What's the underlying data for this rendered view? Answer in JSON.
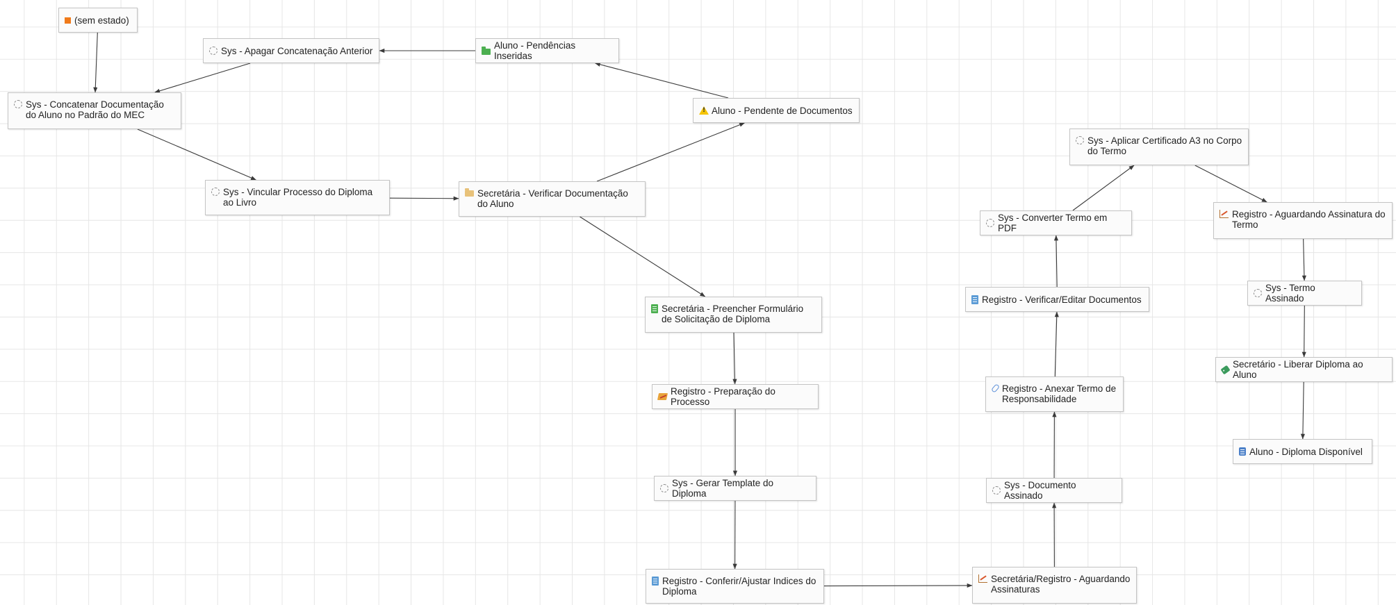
{
  "workflow": {
    "nodes": [
      {
        "id": "sem-estado",
        "label": "(sem estado)",
        "icon": "orange-square-icon",
        "color": "#f07a1a"
      },
      {
        "id": "apagar-concatenacao",
        "label": "Sys - Apagar Concatenação Anterior",
        "icon": "gear-icon",
        "color": "#8c8c8c"
      },
      {
        "id": "aluno-pendencias-inseridas",
        "label": "Aluno - Pendências Inseridas",
        "icon": "folder-icon",
        "color": "#4caf50"
      },
      {
        "id": "concatenar-documentacao",
        "label": "Sys - Concatenar Documentação do Aluno no Padrão do MEC",
        "icon": "gear-icon",
        "color": "#8c8c8c"
      },
      {
        "id": "aluno-pendente-documentos",
        "label": "Aluno - Pendente de Documentos",
        "icon": "warning-icon",
        "color": "#f5c400"
      },
      {
        "id": "vincular-processo",
        "label": "Sys - Vincular Processo do Diploma ao Livro",
        "icon": "gear-icon",
        "color": "#8c8c8c"
      },
      {
        "id": "verificar-documentacao",
        "label": "Secretária - Verificar Documentação do Aluno",
        "icon": "folder-icon",
        "color": "#e8c27a"
      },
      {
        "id": "preencher-formulario",
        "label": "Secretária - Preencher Formulário de Solicitação de Diploma",
        "icon": "document-icon",
        "color": "#4caf50"
      },
      {
        "id": "preparacao-processo",
        "label": "Registro - Preparação do Processo",
        "icon": "pencil-icon",
        "color": "#e8a33a"
      },
      {
        "id": "gerar-template",
        "label": "Sys - Gerar Template do Diploma",
        "icon": "gear-icon",
        "color": "#8c8c8c"
      },
      {
        "id": "conferir-indices",
        "label": "Registro - Conferir/Ajustar Indices do Diploma",
        "icon": "document-icon",
        "color": "#5b9bd5"
      },
      {
        "id": "aguardando-assinaturas",
        "label": "Secretária/Registro - Aguardando Assinaturas",
        "icon": "chart-icon",
        "color": "#d9572c"
      },
      {
        "id": "documento-assinado",
        "label": "Sys - Documento Assinado",
        "icon": "gear-icon",
        "color": "#8c8c8c"
      },
      {
        "id": "anexar-termo",
        "label": "Registro - Anexar Termo de Responsabilidade",
        "icon": "paperclip-icon",
        "color": "#5b8fd9"
      },
      {
        "id": "verificar-editar",
        "label": "Registro - Verificar/Editar Documentos",
        "icon": "document-icon",
        "color": "#5b9bd5"
      },
      {
        "id": "converter-pdf",
        "label": "Sys - Converter Termo em PDF",
        "icon": "gear-icon",
        "color": "#8c8c8c"
      },
      {
        "id": "aplicar-certificado",
        "label": "Sys - Aplicar Certificado A3 no Corpo do Termo",
        "icon": "gear-icon",
        "color": "#8c8c8c"
      },
      {
        "id": "aguardando-assinatura-termo",
        "label": "Registro - Aguardando Assinatura do Termo",
        "icon": "chart-icon",
        "color": "#d9572c"
      },
      {
        "id": "termo-assinado",
        "label": "Sys - Termo Assinado",
        "icon": "gear-icon",
        "color": "#8c8c8c"
      },
      {
        "id": "liberar-diploma",
        "label": "Secretário - Liberar Diploma ao Aluno",
        "icon": "tag-icon",
        "color": "#3a9a5c"
      },
      {
        "id": "diploma-disponivel",
        "label": "Aluno - Diploma Disponível",
        "icon": "scroll-icon",
        "color": "#4a7fc8"
      }
    ],
    "transitions": [
      {
        "from": "sem-estado",
        "to": "concatenar-documentacao"
      },
      {
        "from": "aluno-pendencias-inseridas",
        "to": "apagar-concatenacao"
      },
      {
        "from": "apagar-concatenacao",
        "to": "concatenar-documentacao"
      },
      {
        "from": "concatenar-documentacao",
        "to": "vincular-processo"
      },
      {
        "from": "vincular-processo",
        "to": "verificar-documentacao"
      },
      {
        "from": "verificar-documentacao",
        "to": "aluno-pendente-documentos"
      },
      {
        "from": "aluno-pendente-documentos",
        "to": "aluno-pendencias-inseridas"
      },
      {
        "from": "verificar-documentacao",
        "to": "preencher-formulario"
      },
      {
        "from": "preencher-formulario",
        "to": "preparacao-processo"
      },
      {
        "from": "preparacao-processo",
        "to": "gerar-template"
      },
      {
        "from": "gerar-template",
        "to": "conferir-indices"
      },
      {
        "from": "conferir-indices",
        "to": "aguardando-assinaturas"
      },
      {
        "from": "aguardando-assinaturas",
        "to": "documento-assinado"
      },
      {
        "from": "documento-assinado",
        "to": "anexar-termo"
      },
      {
        "from": "anexar-termo",
        "to": "verificar-editar"
      },
      {
        "from": "verificar-editar",
        "to": "converter-pdf"
      },
      {
        "from": "converter-pdf",
        "to": "aplicar-certificado"
      },
      {
        "from": "aplicar-certificado",
        "to": "aguardando-assinatura-termo"
      },
      {
        "from": "aguardando-assinatura-termo",
        "to": "termo-assinado"
      },
      {
        "from": "termo-assinado",
        "to": "liberar-diploma"
      },
      {
        "from": "liberar-diploma",
        "to": "diploma-disponivel"
      }
    ]
  }
}
